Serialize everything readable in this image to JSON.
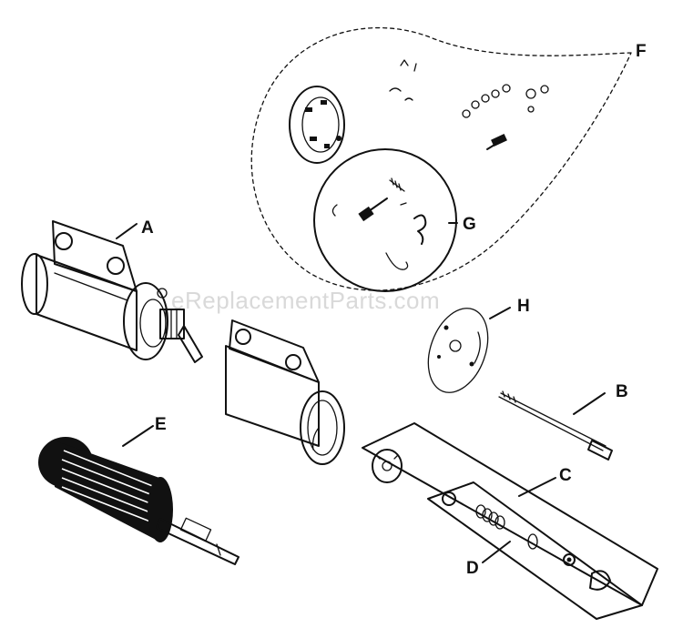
{
  "watermark": "eReplacementParts.com",
  "callouts": {
    "a": "A",
    "b": "B",
    "c": "C",
    "d": "D",
    "e": "E",
    "f": "F",
    "g": "G",
    "h": "H"
  },
  "palette": {
    "ink": "#111111",
    "background": "#ffffff",
    "watermark": "#d9d9d9"
  }
}
